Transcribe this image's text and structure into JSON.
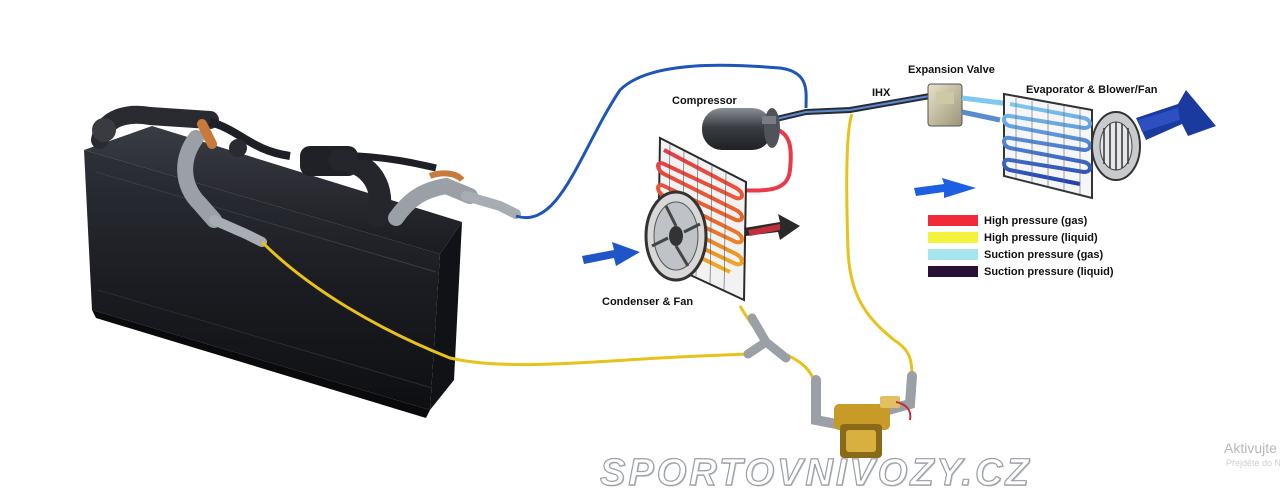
{
  "labels": {
    "compressor": "Compressor",
    "condenser": "Condenser & Fan",
    "ihx": "IHX",
    "expansion_valve": "Expansion Valve",
    "evaporator": "Evaporator & Blower/Fan"
  },
  "legend": [
    {
      "color": "#ef2b3a",
      "label": "High pressure (gas)"
    },
    {
      "color": "#f4f23a",
      "label": "High pressure (liquid)"
    },
    {
      "color": "#a8e4ee",
      "label": "Suction pressure (gas)"
    },
    {
      "color": "#2a0f36",
      "label": "Suction pressure (liquid)"
    }
  ],
  "watermark": "SPORTOVNIVOZY.CZ",
  "system_overlay": {
    "activate_line1": "Aktivujte W",
    "activate_line2": "Přejděte do N"
  },
  "colors": {
    "blue_line": "#1e56b8",
    "yellow_line": "#e8c21a",
    "red_line": "#e83a4a",
    "battery_body": "#1c1e24"
  }
}
